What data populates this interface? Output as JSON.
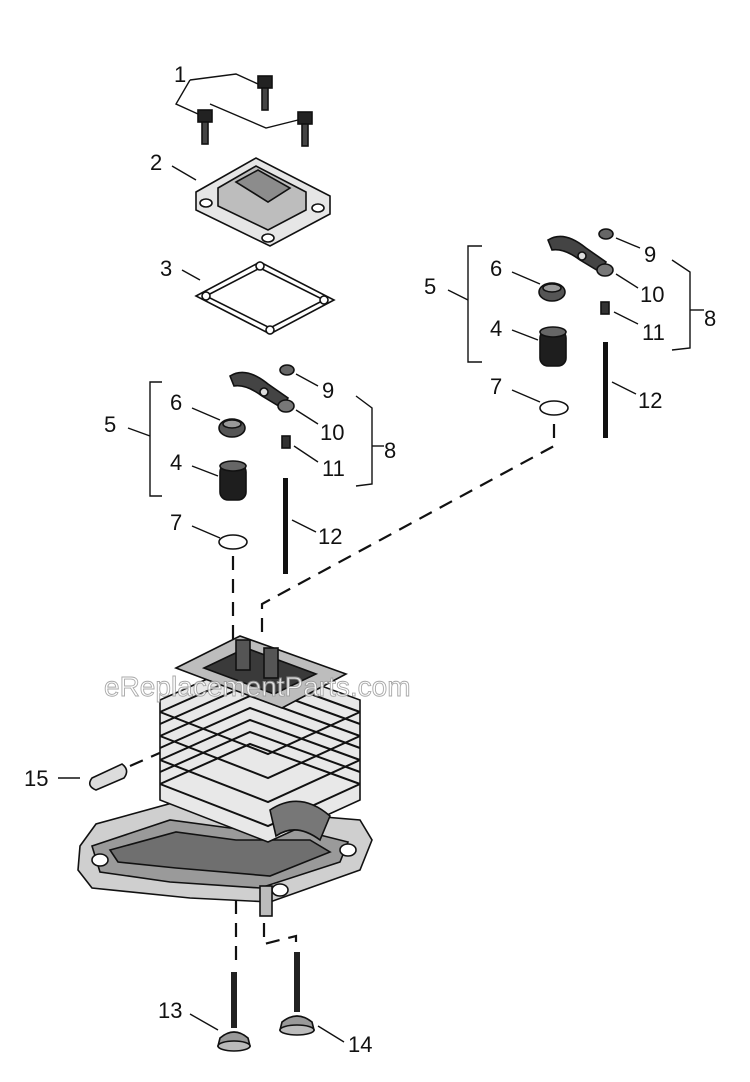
{
  "watermark": "eReplacementParts.com",
  "callouts": {
    "c1": "1",
    "c2": "2",
    "c3": "3",
    "c4a": "4",
    "c5a": "5",
    "c6a": "6",
    "c7a": "7",
    "c8a": "8",
    "c9a": "9",
    "c10a": "10",
    "c11a": "11",
    "c12a": "12",
    "c4b": "4",
    "c5b": "5",
    "c6b": "6",
    "c7b": "7",
    "c8b": "8",
    "c9b": "9",
    "c10b": "10",
    "c11b": "11",
    "c12b": "12",
    "c13": "13",
    "c14": "14",
    "c15": "15"
  }
}
